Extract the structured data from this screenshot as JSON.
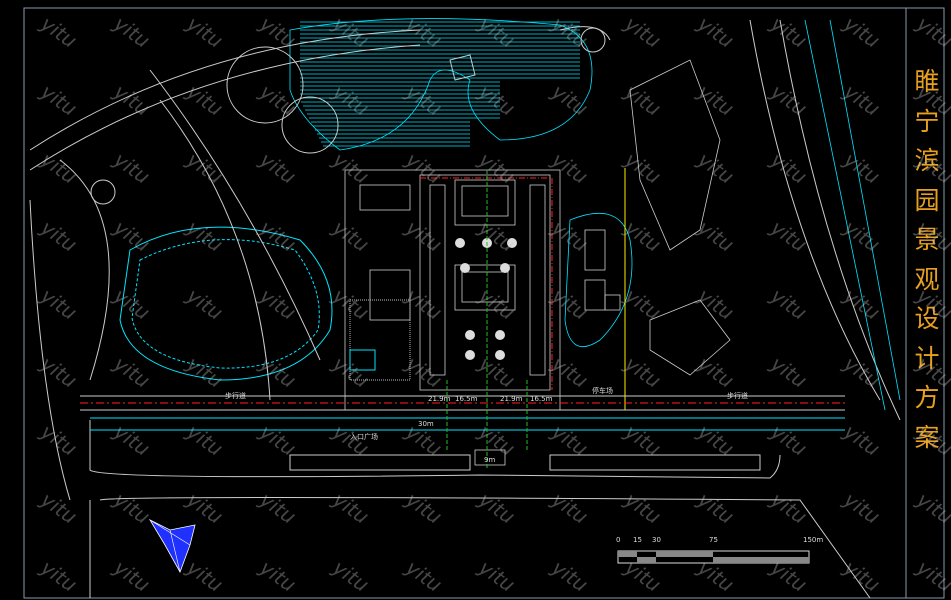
{
  "title": "睢宁滨园景观设计方案",
  "labels": {
    "walkway_left": "步行道",
    "walkway_right": "步行道",
    "parking": "停车场",
    "entrance": "入口广场",
    "dim_1": "21.9m",
    "dim_2": "16.5m",
    "dim_3": "21.9m",
    "dim_4": "16.5m",
    "dim_gate": "9m",
    "dim_road": "30m"
  },
  "scale_bar": {
    "ticks": [
      "0",
      "15",
      "30",
      "75",
      "150m"
    ]
  },
  "watermark": "yitu",
  "colors": {
    "background": "#000000",
    "lines": "#d0d0d0",
    "water": "#00e5ff",
    "axis": "#ff2020",
    "title": "#e8a020",
    "north": "#2030ff"
  }
}
